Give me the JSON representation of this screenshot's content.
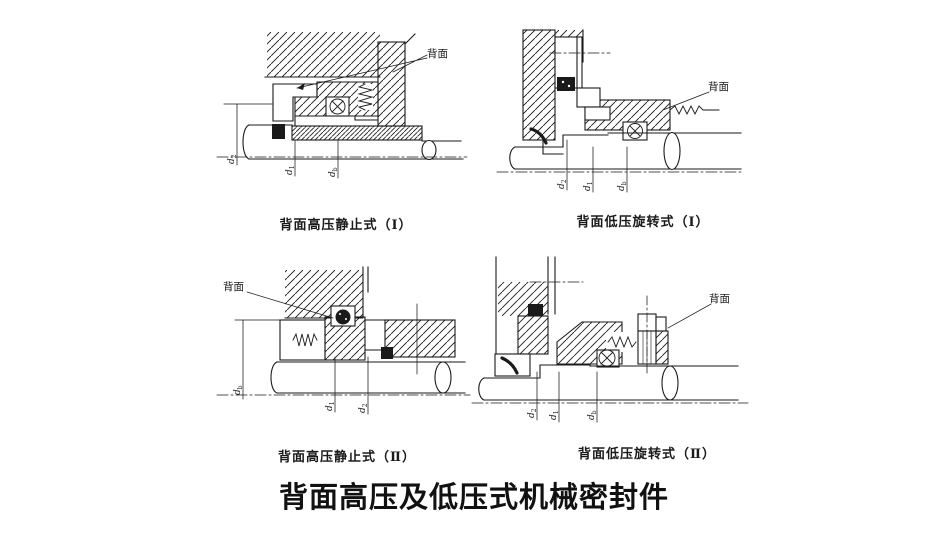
{
  "title": "背面高压及低压式机械密封件",
  "panels": [
    {
      "caption": "背面高压静止式（Ⅰ）",
      "callout": "背面",
      "dims": [
        {
          "base": "d",
          "sub": "2"
        },
        {
          "base": "d",
          "sub": "1"
        },
        {
          "base": "d",
          "sub": "b"
        }
      ]
    },
    {
      "caption": "背面低压旋转式（Ⅰ）",
      "callout": "背面",
      "dims": [
        {
          "base": "d",
          "sub": "2"
        },
        {
          "base": "d",
          "sub": "1"
        },
        {
          "base": "d",
          "sub": "b"
        }
      ]
    },
    {
      "caption": "背面高压静止式（Ⅱ）",
      "callout": "背面",
      "dims": [
        {
          "base": "d",
          "sub": "b"
        },
        {
          "base": "d",
          "sub": "1"
        },
        {
          "base": "d",
          "sub": "2"
        }
      ]
    },
    {
      "caption": "背面低压旋转式（Ⅱ）",
      "callout": "背面",
      "dims": [
        {
          "base": "d",
          "sub": "2"
        },
        {
          "base": "d",
          "sub": "1"
        },
        {
          "base": "d",
          "sub": "b"
        }
      ]
    }
  ],
  "colors": {
    "ink": "#1a1a1a",
    "background": "#ffffff"
  }
}
